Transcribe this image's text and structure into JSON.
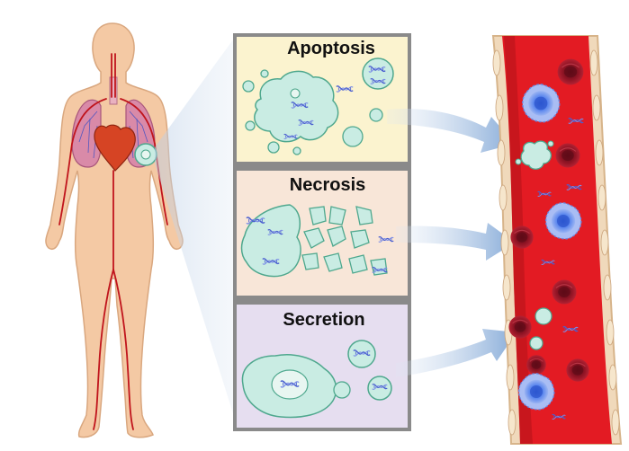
{
  "panels": [
    {
      "title": "Apoptosis",
      "background": "#fbf3cf"
    },
    {
      "title": "Necrosis",
      "background": "#f8e6d8"
    },
    {
      "title": "Secretion",
      "background": "#e6def0"
    }
  ],
  "colors": {
    "skin": "#f4c9a4",
    "skin_outline": "#d9a77f",
    "lung": "#d98aa8",
    "heart": "#d64424",
    "artery": "#c0141c",
    "vessel": "#e31b23",
    "vessel_dark": "#b3121a",
    "cell_fill": "#c9ece3",
    "cell_stroke": "#4fa88e",
    "dna": "#4a5fd0",
    "rbc": "#8e1424",
    "leukocyte": "#6f8fe8",
    "panel_border": "#8a8a8a",
    "arrow": "#8fb3da",
    "projection": "#cfdcec"
  },
  "icons": [
    "human-body-icon",
    "heart-icon",
    "lung-icon",
    "blood-vessel-icon",
    "red-blood-cell-icon",
    "white-blood-cell-icon",
    "dna-fragment-icon",
    "vesicle-icon"
  ]
}
